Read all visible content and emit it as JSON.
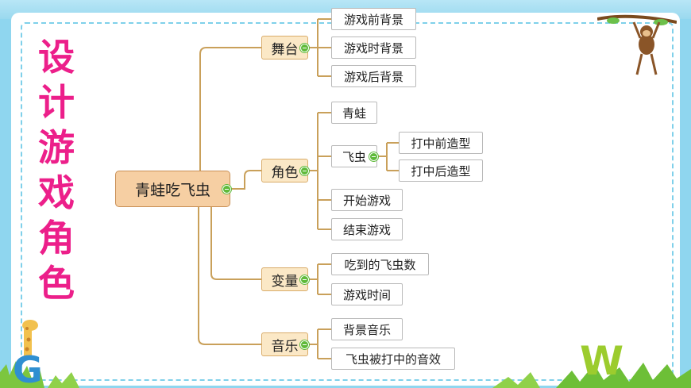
{
  "side_title": [
    "设",
    "计",
    "游",
    "戏",
    "角",
    "色"
  ],
  "root": "青蛙吃飞虫",
  "branches": {
    "stage": {
      "label": "舞台",
      "children": [
        "游戏前背景",
        "游戏时背景",
        "游戏后背景"
      ]
    },
    "role": {
      "label": "角色",
      "frog": "青蛙",
      "bug": {
        "label": "飞虫",
        "children": [
          "打中前造型",
          "打中后造型"
        ]
      },
      "start": "开始游戏",
      "end": "结束游戏"
    },
    "variable": {
      "label": "变量",
      "children": [
        "吃到的飞虫数",
        "游戏时间"
      ]
    },
    "music": {
      "label": "音乐",
      "children": [
        "背景音乐",
        "飞虫被打中的音效"
      ]
    }
  },
  "decor": {
    "corner_letter_left": "G",
    "corner_letter_right": "W"
  },
  "colors": {
    "title": "#ec1f8a",
    "connector": "#c9a05a",
    "root_fill": "#f6cfa3",
    "category_fill": "#fbe8c6",
    "collapse_dot": "#5fba3a",
    "frame_dash": "#7fd0ea"
  }
}
